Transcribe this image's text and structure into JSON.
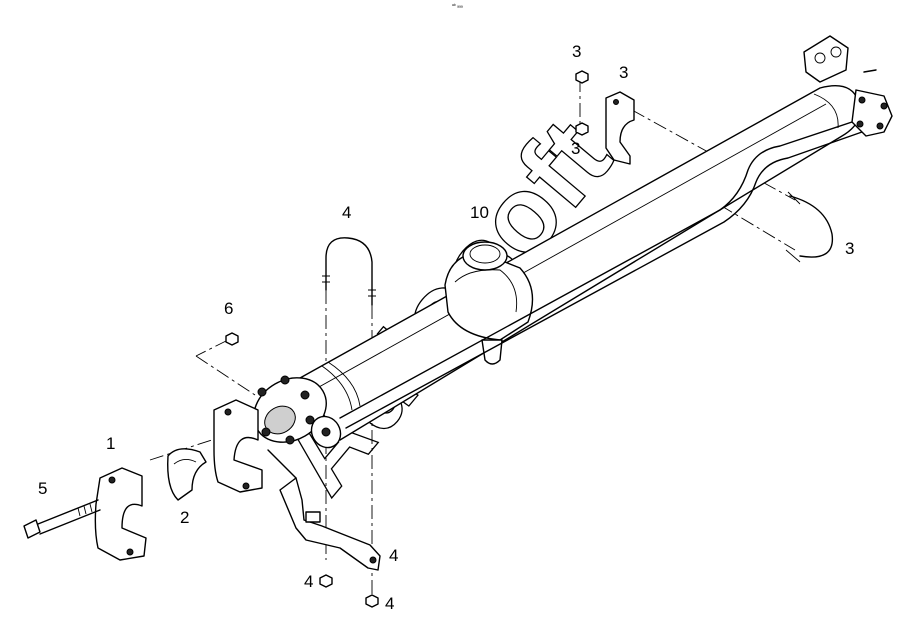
{
  "diagram": {
    "header_text": "ᵃᵇ ₐₐₐ",
    "watermark": "Autosoft",
    "callouts": [
      {
        "id": "c1",
        "text": "1"
      },
      {
        "id": "c2",
        "text": "2"
      },
      {
        "id": "c3a",
        "text": "3"
      },
      {
        "id": "c3b",
        "text": "3"
      },
      {
        "id": "c3c",
        "text": "3"
      },
      {
        "id": "c3d",
        "text": "3"
      },
      {
        "id": "c4a",
        "text": "4"
      },
      {
        "id": "c4b",
        "text": "4"
      },
      {
        "id": "c4c",
        "text": "4"
      },
      {
        "id": "c4d",
        "text": "4"
      },
      {
        "id": "c5",
        "text": "5"
      },
      {
        "id": "c6",
        "text": "6"
      },
      {
        "id": "c10",
        "text": "10"
      }
    ]
  }
}
